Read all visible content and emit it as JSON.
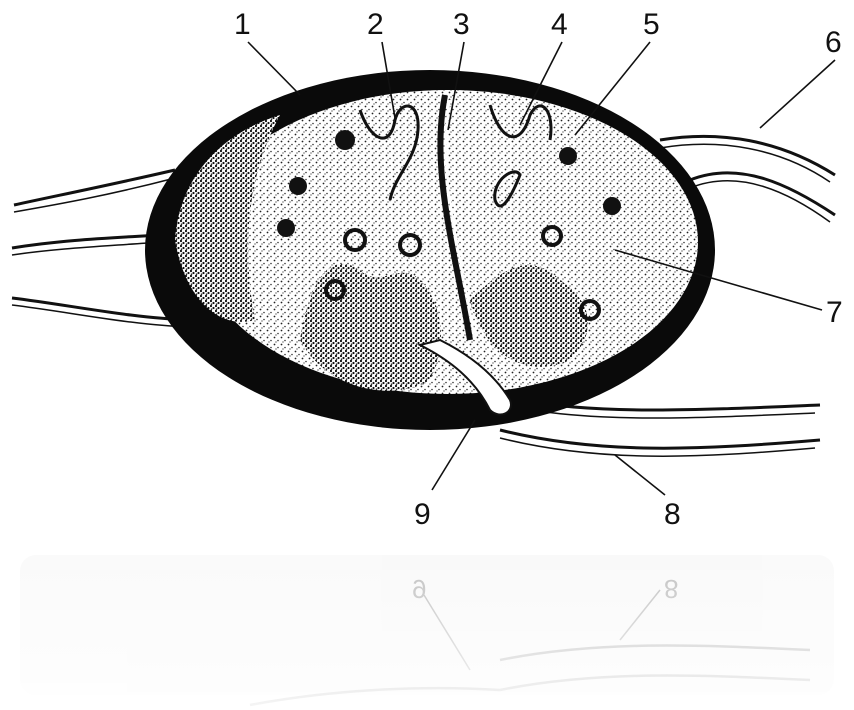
{
  "figure": {
    "callouts": [
      {
        "label": "1"
      },
      {
        "label": "2"
      },
      {
        "label": "3"
      },
      {
        "label": "4"
      },
      {
        "label": "5"
      },
      {
        "label": "6"
      },
      {
        "label": "7"
      },
      {
        "label": "8"
      },
      {
        "label": "9"
      }
    ],
    "reflection": {
      "labels": [
        {
          "label": "9"
        },
        {
          "label": "8"
        }
      ]
    },
    "colors": {
      "ink": "#111111",
      "capsule": "#0a0a0a",
      "cortex_fill": "#f4f4f4",
      "reflection": "#9a9a9a",
      "background": "#ffffff"
    }
  }
}
